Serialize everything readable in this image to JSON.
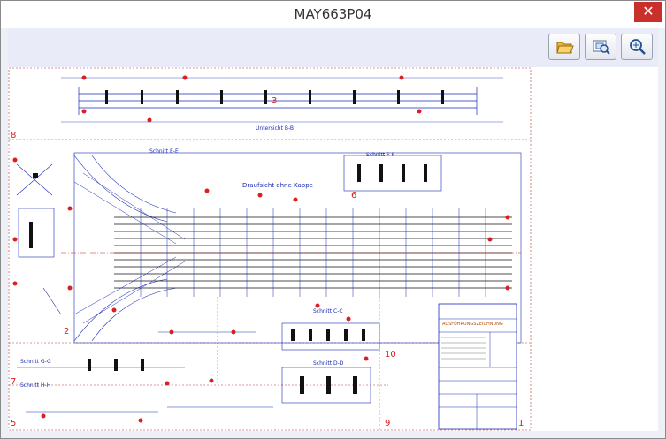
{
  "window": {
    "title": "MAY663P04",
    "close_glyph": "✕"
  },
  "toolbar": {
    "buttons": [
      {
        "name": "open-folder-button",
        "icon": "folder-open-icon"
      },
      {
        "name": "zoom-fit-button",
        "icon": "zoom-fit-icon"
      },
      {
        "name": "zoom-search-button",
        "icon": "magnifier-icon"
      }
    ]
  },
  "drawing": {
    "sheet_numbers": [
      "8",
      "6",
      "3",
      "2",
      "7",
      "5",
      "10",
      "9",
      "1"
    ],
    "section_titles": [
      "Untersicht B-B",
      "Draufsicht ohne Kappe",
      "Schnitt C-C",
      "Schnitt D-D",
      "Schnitt E-E",
      "Schnitt F-F",
      "Schnitt G-G",
      "Schnitt H-H"
    ],
    "title_block": {
      "caption": "AUSFÜHRUNGSZEICHNUNG"
    }
  }
}
